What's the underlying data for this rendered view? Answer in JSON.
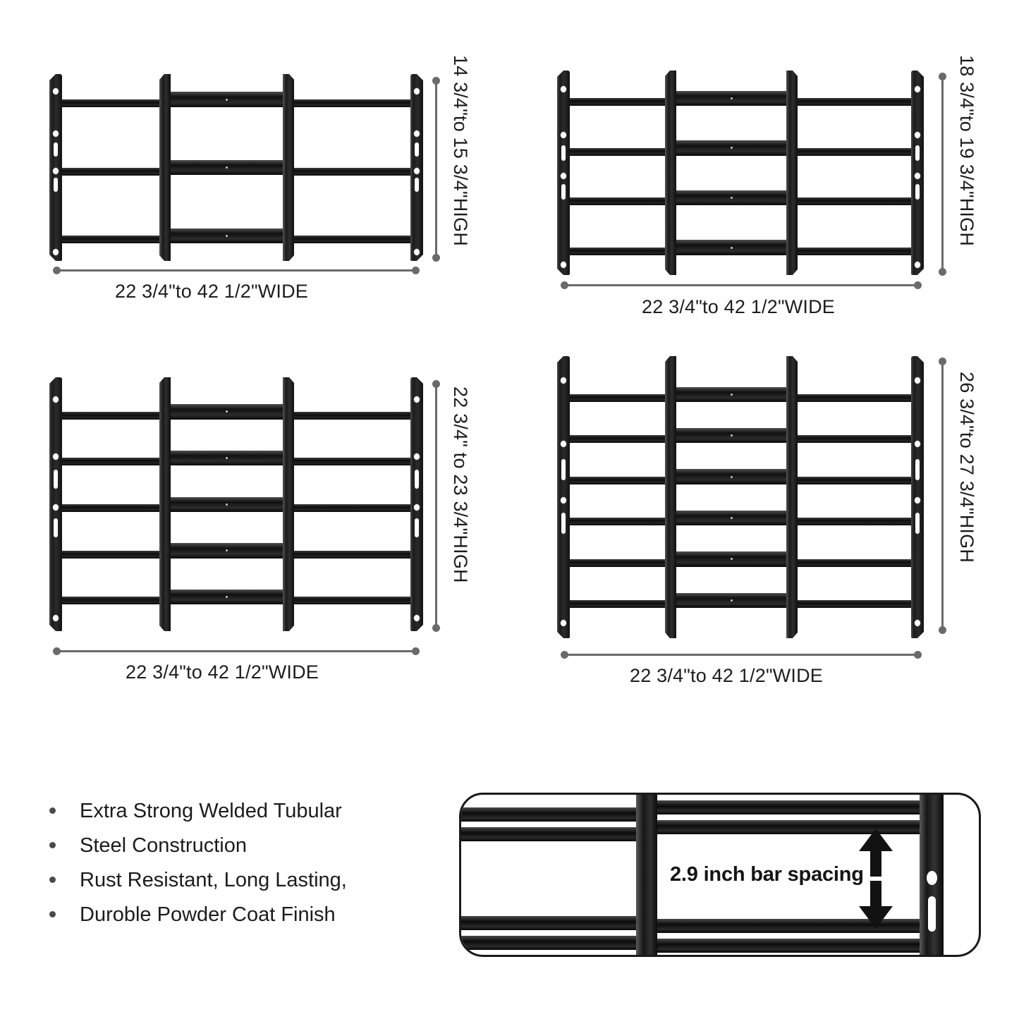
{
  "products": [
    {
      "id": "panel-1",
      "bar_count": 3,
      "height_label": "14 3/4\"to 15 3/4\"HIGH",
      "width_label": "22 3/4\"to 42 1/2\"WIDE"
    },
    {
      "id": "panel-2",
      "bar_count": 4,
      "height_label": "18 3/4\"to 19 3/4\"HIGH",
      "width_label": "22 3/4\"to 42 1/2\"WIDE"
    },
    {
      "id": "panel-3",
      "bar_count": 5,
      "height_label": "22 3/4\" to 23 3/4\"HIGH",
      "width_label": "22 3/4\"to 42 1/2\"WIDE"
    },
    {
      "id": "panel-4",
      "bar_count": 6,
      "height_label": "26 3/4\"to 27 3/4\"HIGH",
      "width_label": "22 3/4\"to 42 1/2\"WIDE"
    }
  ],
  "features": [
    "Extra Strong Welded Tubular",
    "Steel Construction",
    "Rust Resistant, Long Lasting,",
    "Duroble Powder Coat Finish"
  ],
  "detail": {
    "spacing_label": "2.9 inch bar spacing",
    "up_arrow": "arrow-up-icon",
    "down_arrow": "arrow-down-icon"
  },
  "colors": {
    "background": "#ffffff",
    "metal": "#1a1a1a",
    "dimension_line": "#6a6a6a",
    "text": "#1d1d1d",
    "bullet": "#4a4a4a"
  }
}
